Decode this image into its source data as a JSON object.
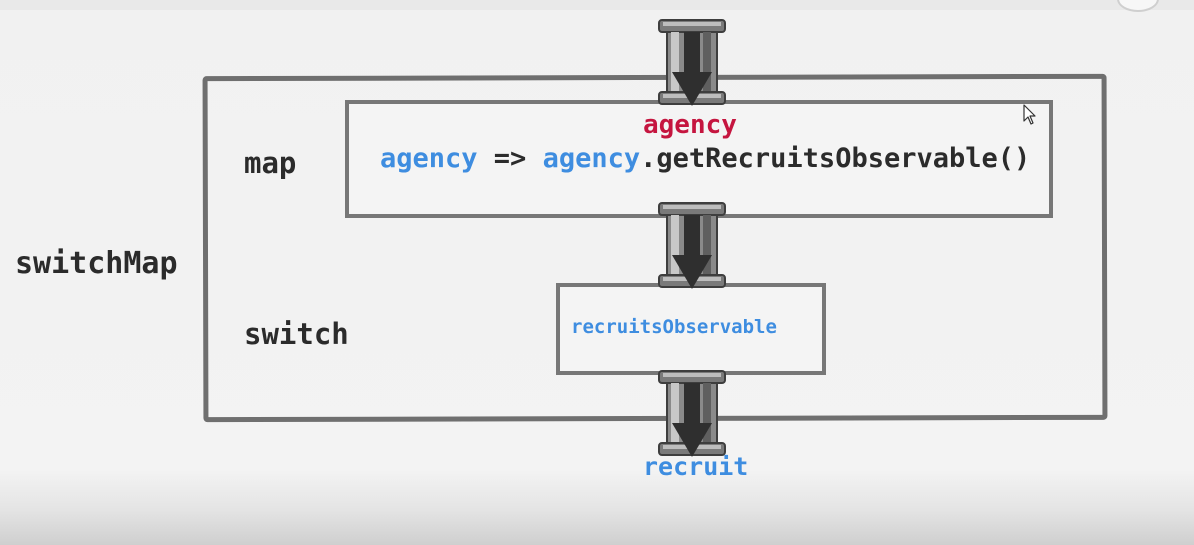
{
  "diagram": {
    "outer_label": "switchMap",
    "stages": [
      {
        "label": "map"
      },
      {
        "label": "switch"
      }
    ],
    "input_label": "agency",
    "map_code": {
      "param": "agency",
      "arrow": " => ",
      "object": "agency",
      "call": ".getRecruitsObservable()"
    },
    "switch_content": "recruitsObservable",
    "output_label": "recruit"
  },
  "icons": {
    "pipe_arrow": "down-arrow-pipe-icon",
    "cursor": "mouse-cursor-icon"
  },
  "colors": {
    "input_label": "#c5153f",
    "code_highlight": "#3e8de0",
    "text_dark": "#2b2b2b",
    "frame": "#6f6f6f"
  }
}
